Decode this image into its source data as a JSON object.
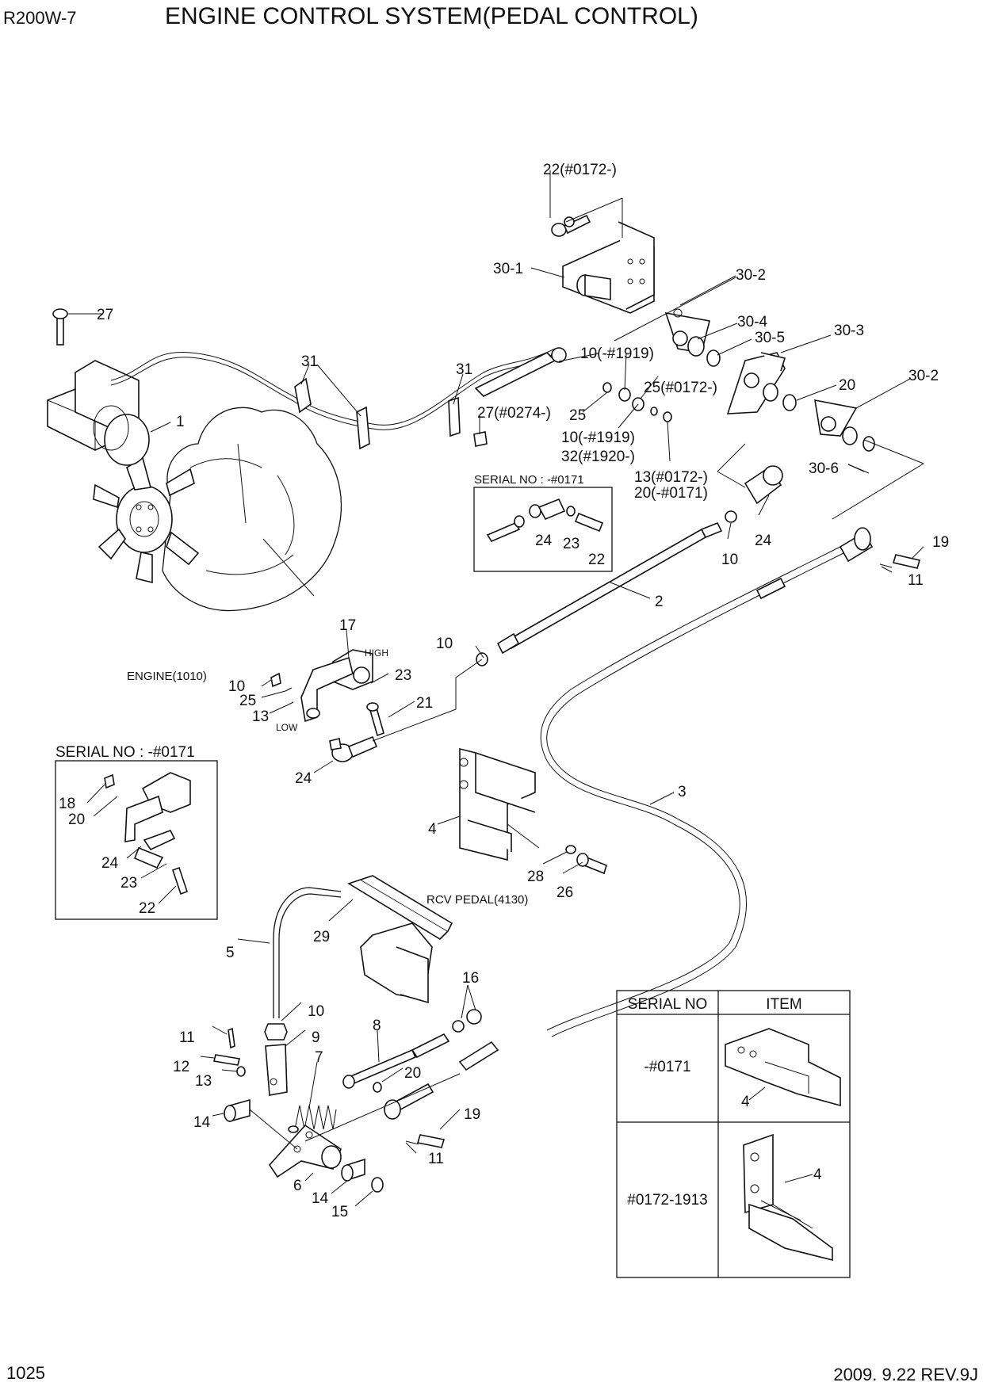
{
  "header": {
    "model": "R200W-7",
    "title": "ENGINE CONTROL SYSTEM(PEDAL CONTROL)"
  },
  "footer": {
    "page": "1025",
    "date_rev": "2009. 9.22  REV.9J"
  },
  "notes": {
    "serial_top": "SERIAL NO : -#0171",
    "serial_left": "SERIAL NO : -#0171",
    "engine": "ENGINE(1010)",
    "rcv_pedal": "RCV PEDAL(4130)",
    "high": "HIGH",
    "low": "LOW"
  },
  "callouts": {
    "c22top": "22(#0172-)",
    "c30_1": "30-1",
    "c30_2a": "30-2",
    "c30_4": "30-4",
    "c30_5": "30-5",
    "c30_3": "30-3",
    "c10a": "10(-#1919)",
    "c25a": "25(#0172-)",
    "c20a": "20",
    "c30_2b": "30-2",
    "c25b": "25",
    "c10b": "10(-#1919)",
    "c32": "32(#1920-)",
    "c13": "13(#0172-)",
    "c20b": "20(-#0171)",
    "c30_6": "30-6",
    "c27top": "27",
    "c31a": "31",
    "c31b": "31",
    "c27b": "27(#0274-)",
    "c1": "1",
    "c24s": "24",
    "c23s": "23",
    "c22s": "22",
    "c24r": "24",
    "c10r": "10",
    "c19r": "19",
    "c11r": "11",
    "c2": "2",
    "c17": "17",
    "c10c": "10",
    "c10d": "10",
    "c25c": "25",
    "c13c": "13",
    "c23c": "23",
    "c21": "21",
    "c24c": "24",
    "c18": "18",
    "c20l": "20",
    "c24l": "24",
    "c23l": "23",
    "c22l": "22",
    "c3": "3",
    "c4": "4",
    "c28": "28",
    "c26": "26",
    "c29": "29",
    "c5": "5",
    "c16": "16",
    "c10e": "10",
    "c9": "9",
    "c11b": "11",
    "c12": "12",
    "c13b": "13",
    "c8": "8",
    "c7": "7",
    "c20c": "20",
    "c14a": "14",
    "c19b": "19",
    "c11c": "11",
    "c6": "6",
    "c14b": "14",
    "c15": "15"
  },
  "serial_table": {
    "headers": [
      "SERIAL NO",
      "ITEM"
    ],
    "rows": [
      {
        "serial": "-#0171",
        "item_label": "4"
      },
      {
        "serial": "#0172-1913",
        "item_label": "4"
      }
    ]
  }
}
